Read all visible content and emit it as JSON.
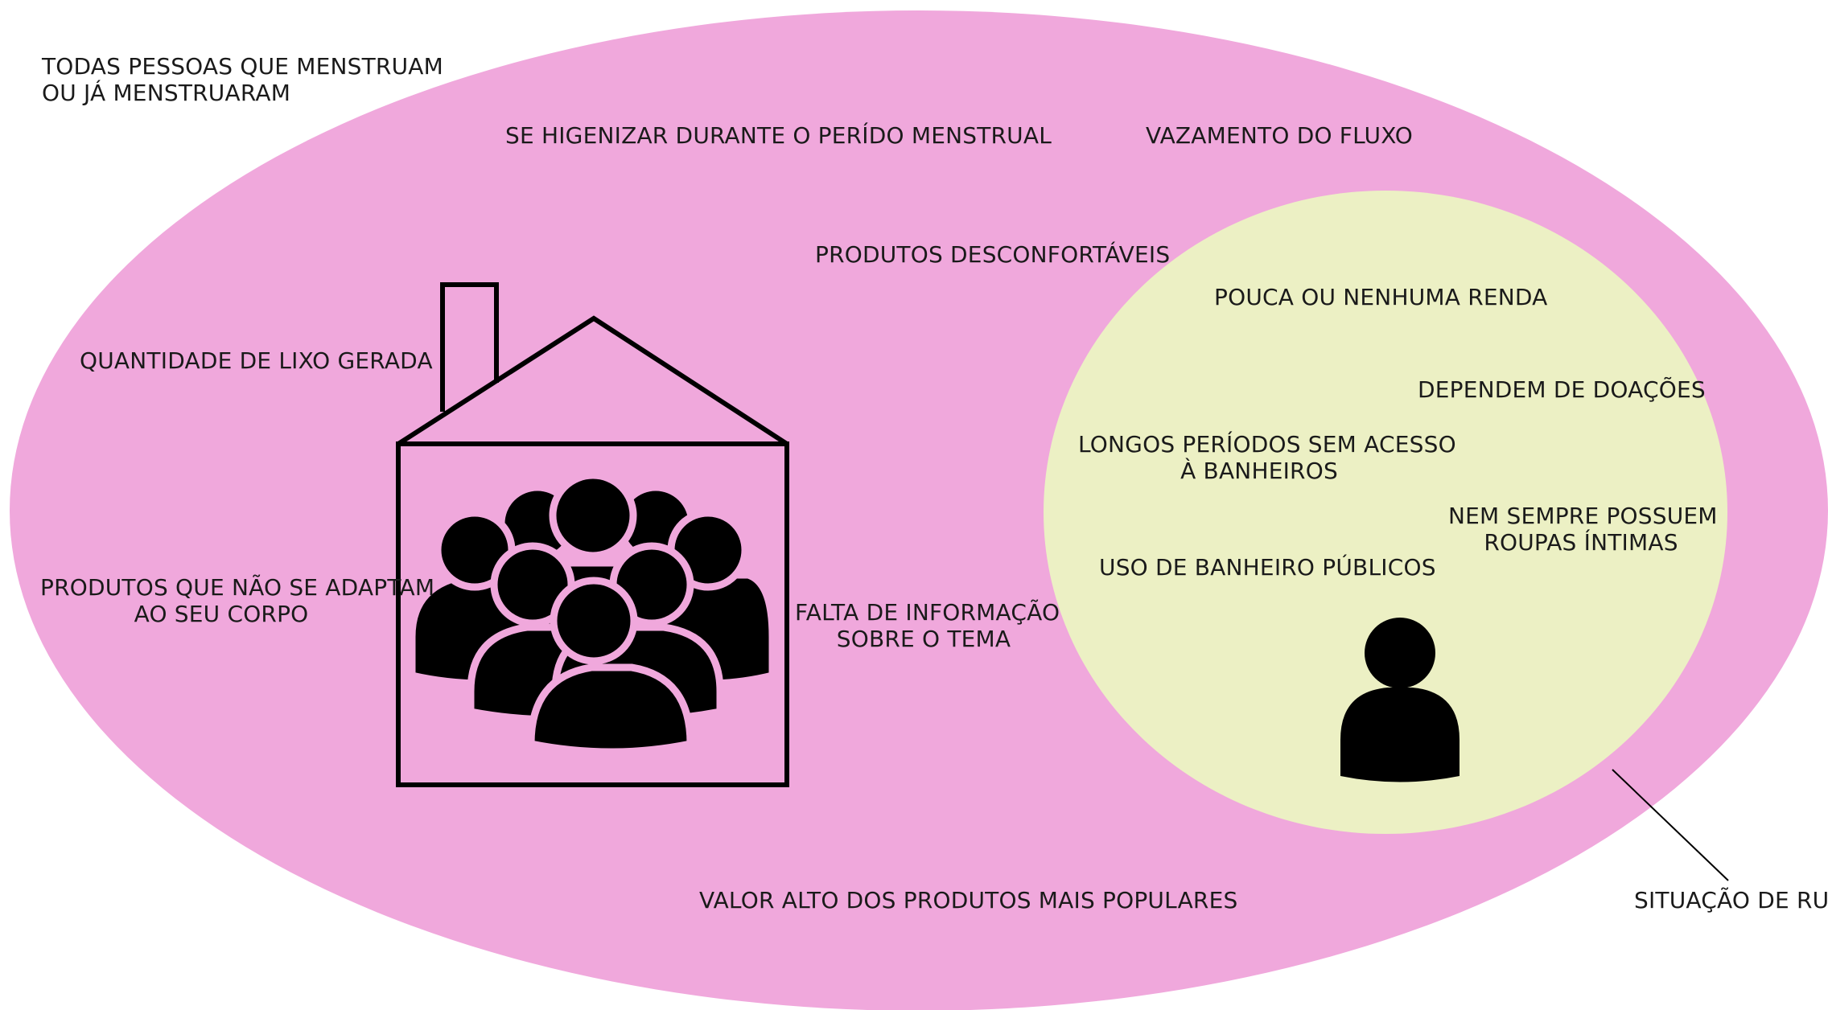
{
  "colors": {
    "outer_set": "#f0a8dc",
    "inner_set": "#ecf0c4",
    "stroke": "#000000",
    "text": "#1a1a1a"
  },
  "outer_set": {
    "label_lines": [
      "TODAS PESSOAS QUE MENSTRUAM",
      "OU JÁ MENSTRUARAM"
    ],
    "items": {
      "higiene": "SE HIGENIZAR DURANTE O PERÍDO MENSTRUAL",
      "vazamento": "VAZAMENTO DO FLUXO",
      "desconforto": "PRODUTOS DESCONFORTÁVEIS",
      "lixo": "QUANTIDADE DE LIXO GERADA",
      "adaptam_lines": [
        "PRODUTOS QUE NÃO SE ADAPTAM",
        "AO SEU CORPO"
      ],
      "informacao_lines": [
        "FALTA DE INFORMAÇÃO",
        "SOBRE O TEMA"
      ],
      "valor": "VALOR ALTO DOS PRODUTOS MAIS POPULARES"
    }
  },
  "inner_set": {
    "label": "SITUAÇÃO DE RUA",
    "items": {
      "renda": "POUCA OU NENHUMA RENDA",
      "doacoes": "DEPENDEM DE DOAÇÕES",
      "banheiros_lines": [
        "LONGOS PERÍODOS SEM ACESSO",
        "À BANHEIROS"
      ],
      "roupas_lines": [
        "NEM SEMPRE POSSUEM",
        "ROUPAS ÍNTIMAS"
      ],
      "publicos": "USO DE BANHEIRO PÚBLICOS"
    }
  },
  "icons": {
    "house": "house-icon",
    "group": "group-of-people-icon",
    "person": "person-icon"
  }
}
